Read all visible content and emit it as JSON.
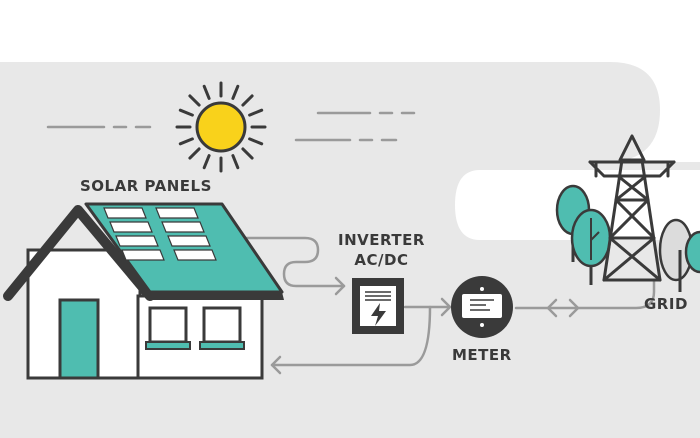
{
  "labels": {
    "solar_panels": "SOLAR PANELS",
    "inverter_line1": "INVERTER",
    "inverter_line2": "AC/DC",
    "meter": "METER",
    "grid": "GRID"
  },
  "colors": {
    "teal": "#4fbdb0",
    "outline": "#3a3a3a",
    "background_gray": "#e8e8e8",
    "sun_yellow": "#f9d21b",
    "line_gray": "#9a9a9a"
  },
  "icons": [
    "sun-icon",
    "house-icon",
    "solar-panel-icon",
    "inverter-icon",
    "meter-icon",
    "transmission-tower-icon",
    "tree-icon",
    "bidirectional-arrow-icon"
  ]
}
